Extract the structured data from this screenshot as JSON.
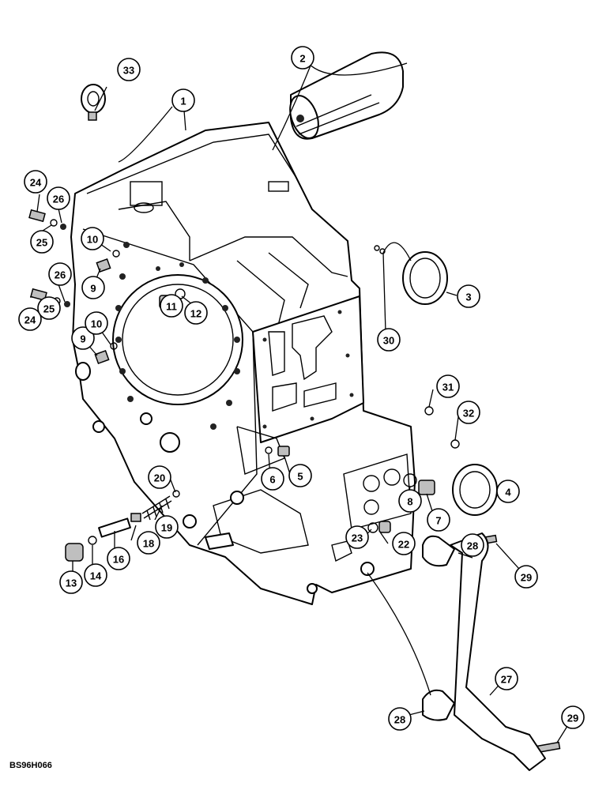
{
  "diagram": {
    "drawing_code": "BS96H066",
    "callouts": [
      {
        "id": "c1",
        "label": "1"
      },
      {
        "id": "c2",
        "label": "2"
      },
      {
        "id": "c3",
        "label": "3"
      },
      {
        "id": "c4",
        "label": "4"
      },
      {
        "id": "c5",
        "label": "5"
      },
      {
        "id": "c6",
        "label": "6"
      },
      {
        "id": "c7",
        "label": "7"
      },
      {
        "id": "c8",
        "label": "8"
      },
      {
        "id": "c9a",
        "label": "9"
      },
      {
        "id": "c9b",
        "label": "9"
      },
      {
        "id": "c10a",
        "label": "10"
      },
      {
        "id": "c10b",
        "label": "10"
      },
      {
        "id": "c11",
        "label": "11"
      },
      {
        "id": "c12",
        "label": "12"
      },
      {
        "id": "c13",
        "label": "13"
      },
      {
        "id": "c14",
        "label": "14"
      },
      {
        "id": "c16",
        "label": "16"
      },
      {
        "id": "c18",
        "label": "18"
      },
      {
        "id": "c19",
        "label": "19"
      },
      {
        "id": "c20",
        "label": "20"
      },
      {
        "id": "c22",
        "label": "22"
      },
      {
        "id": "c23",
        "label": "23"
      },
      {
        "id": "c24a",
        "label": "24"
      },
      {
        "id": "c24b",
        "label": "24"
      },
      {
        "id": "c25a",
        "label": "25"
      },
      {
        "id": "c25b",
        "label": "25"
      },
      {
        "id": "c26a",
        "label": "26"
      },
      {
        "id": "c26b",
        "label": "26"
      },
      {
        "id": "c27",
        "label": "27"
      },
      {
        "id": "c28a",
        "label": "28"
      },
      {
        "id": "c28b",
        "label": "28"
      },
      {
        "id": "c29a",
        "label": "29"
      },
      {
        "id": "c29b",
        "label": "29"
      },
      {
        "id": "c30",
        "label": "30"
      },
      {
        "id": "c31",
        "label": "31"
      },
      {
        "id": "c32",
        "label": "32"
      },
      {
        "id": "c33",
        "label": "33"
      }
    ]
  }
}
